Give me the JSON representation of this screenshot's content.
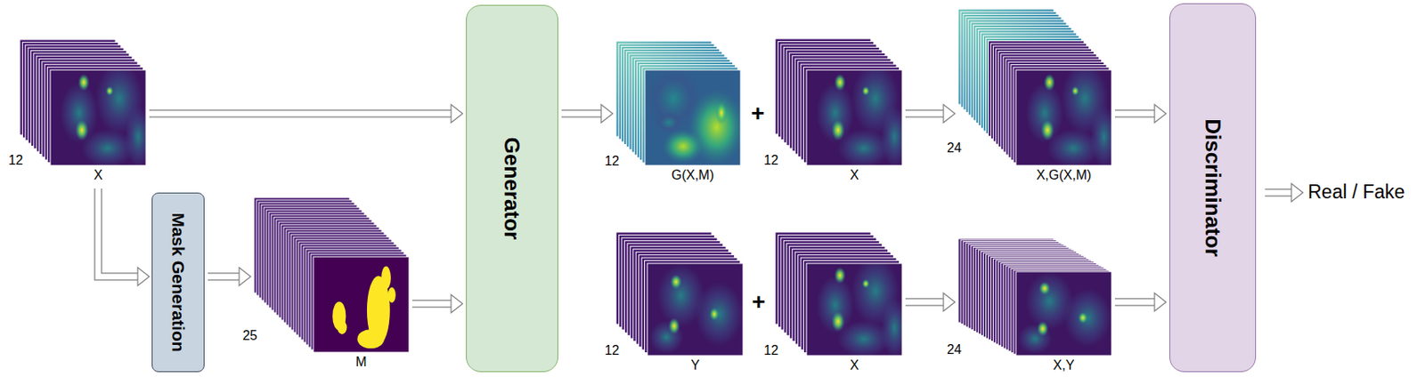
{
  "diagram": {
    "nodes": [
      {
        "text": [
          "12",
          "X"
        ]
      },
      {
        "text": [
          "Mask Generation"
        ]
      },
      {
        "text": [
          "25",
          "M"
        ]
      },
      {
        "text": [
          "Generator"
        ]
      },
      {
        "text": [
          "12",
          "G(X,M)"
        ]
      },
      {
        "text": [
          "12",
          "X"
        ]
      },
      {
        "text": [
          "24",
          "X,G(X,M)"
        ]
      },
      {
        "text": [
          "12",
          "Y"
        ]
      },
      {
        "text": [
          "12",
          "X"
        ]
      },
      {
        "text": [
          "24",
          "X,Y"
        ]
      },
      {
        "text": [
          "Discriminator"
        ]
      }
    ],
    "edges": [
      {
        "from": 0,
        "to": 3,
        "arrow": "to"
      },
      {
        "from": 0,
        "to": 1,
        "arrow": "to"
      },
      {
        "from": 1,
        "to": 2,
        "arrow": "to"
      },
      {
        "from": 2,
        "to": 3,
        "arrow": "to"
      },
      {
        "from": 3,
        "to": 4,
        "arrow": "to"
      },
      {
        "from": 5,
        "to": 6,
        "arrow": "to"
      },
      {
        "from": 6,
        "to": 10,
        "arrow": "to"
      },
      {
        "from": 8,
        "to": 9,
        "arrow": "to"
      },
      {
        "from": 9,
        "to": 10,
        "arrow": "to"
      }
    ],
    "labels": [
      "+",
      "+",
      "Real / Fake"
    ]
  }
}
